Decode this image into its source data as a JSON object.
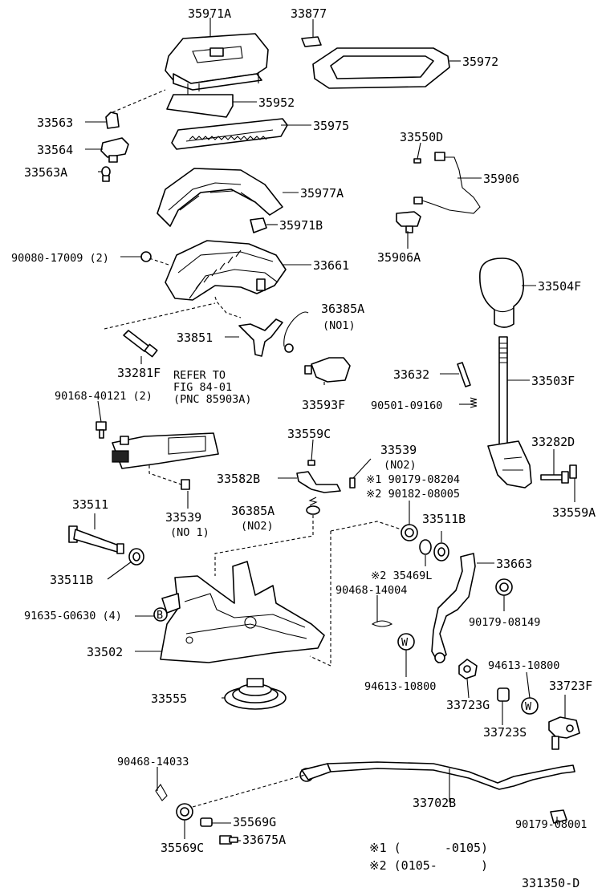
{
  "diagram_id": "331350-D",
  "notes": {
    "n1": "※1 (      -0105)",
    "n2": "※2 (0105-      )"
  },
  "callouts": [
    {
      "id": "35971A",
      "text": "35971A"
    },
    {
      "id": "33877",
      "text": "33877"
    },
    {
      "id": "35972",
      "text": "35972"
    },
    {
      "id": "35952",
      "text": "35952"
    },
    {
      "id": "33563",
      "text": "33563"
    },
    {
      "id": "35975",
      "text": "35975"
    },
    {
      "id": "33564",
      "text": "33564"
    },
    {
      "id": "33563A",
      "text": "33563A"
    },
    {
      "id": "33550D",
      "text": "33550D"
    },
    {
      "id": "35906",
      "text": "35906"
    },
    {
      "id": "35977A",
      "text": "35977A"
    },
    {
      "id": "35971B",
      "text": "35971B"
    },
    {
      "id": "35906A",
      "text": "35906A"
    },
    {
      "id": "90080-17009",
      "text": "90080-17009 (2)"
    },
    {
      "id": "33661",
      "text": "33661"
    },
    {
      "id": "33504F",
      "text": "33504F"
    },
    {
      "id": "36385A-1",
      "text": "36385A"
    },
    {
      "id": "no1-a",
      "text": "(NO1)"
    },
    {
      "id": "33851",
      "text": "33851"
    },
    {
      "id": "33281F",
      "text": "33281F"
    },
    {
      "id": "refer-1",
      "text": "REFER TO"
    },
    {
      "id": "refer-2",
      "text": "FIG 84-01"
    },
    {
      "id": "refer-3",
      "text": "(PNC 85903A)"
    },
    {
      "id": "33632",
      "text": "33632"
    },
    {
      "id": "33503F",
      "text": "33503F"
    },
    {
      "id": "90168-40121",
      "text": "90168-40121 (2)"
    },
    {
      "id": "33593F",
      "text": "33593F"
    },
    {
      "id": "90501-09160",
      "text": "90501-09160"
    },
    {
      "id": "33559C",
      "text": "33559C"
    },
    {
      "id": "33539-a",
      "text": "33539"
    },
    {
      "id": "no2-a",
      "text": "(NO2)"
    },
    {
      "id": "33282D",
      "text": "33282D"
    },
    {
      "id": "33582B",
      "text": "33582B"
    },
    {
      "id": "90179-08204",
      "text": "※1 90179-08204"
    },
    {
      "id": "90182-08005",
      "text": "※2 90182-08005"
    },
    {
      "id": "33559A",
      "text": "33559A"
    },
    {
      "id": "33511",
      "text": "33511"
    },
    {
      "id": "33539-b",
      "text": "33539"
    },
    {
      "id": "no1-b",
      "text": "(NO 1)"
    },
    {
      "id": "36385A-2",
      "text": "36385A"
    },
    {
      "id": "no2-b",
      "text": "(NO2)"
    },
    {
      "id": "33511B-r",
      "text": "33511B"
    },
    {
      "id": "33511B-l",
      "text": "33511B"
    },
    {
      "id": "33663",
      "text": "33663"
    },
    {
      "id": "35469L",
      "text": "※2 35469L"
    },
    {
      "id": "90468-14004",
      "text": "90468-14004"
    },
    {
      "id": "91635-G0630",
      "text": "91635-G0630 (4)"
    },
    {
      "id": "90179-08149",
      "text": "90179-08149"
    },
    {
      "id": "33502",
      "text": "33502"
    },
    {
      "id": "94613-10800-r",
      "text": "94613-10800"
    },
    {
      "id": "94613-10800-l",
      "text": "94613-10800"
    },
    {
      "id": "33723F",
      "text": "33723F"
    },
    {
      "id": "33555",
      "text": "33555"
    },
    {
      "id": "33723G",
      "text": "33723G"
    },
    {
      "id": "33723S",
      "text": "33723S"
    },
    {
      "id": "90468-14033",
      "text": "90468-14033"
    },
    {
      "id": "33702B",
      "text": "33702B"
    },
    {
      "id": "35569G",
      "text": "35569G"
    },
    {
      "id": "90179-08001",
      "text": "90179-08001"
    },
    {
      "id": "35569C",
      "text": "35569C"
    },
    {
      "id": "33675A",
      "text": "33675A"
    }
  ],
  "markers": {
    "b": "B",
    "w": "W"
  }
}
